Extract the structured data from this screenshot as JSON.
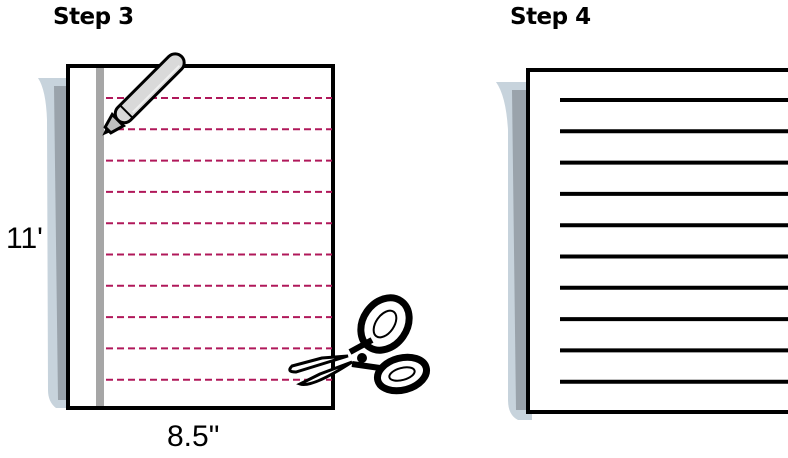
{
  "steps": {
    "step3": {
      "title": "Step 3",
      "height_label": "11'",
      "width_label": "8.5\"",
      "fold_lines": 10
    },
    "step4": {
      "title": "Step 4",
      "strips": 10
    }
  },
  "colors": {
    "cut_line": "#B0185A",
    "shadow": "#9aa3ab",
    "shadow_light": "#c7d3dc",
    "margin_strip": "#a6a6a6",
    "outline": "#000000"
  },
  "icons": {
    "pen": "pen-icon",
    "scissors": "scissors-icon"
  }
}
